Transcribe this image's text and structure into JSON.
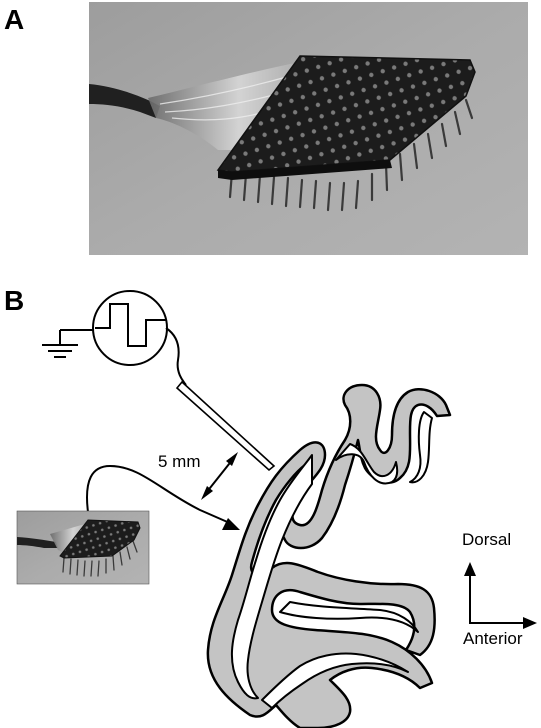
{
  "panels": {
    "a_label": "A",
    "b_label": "B"
  },
  "diagram": {
    "scale_bar_label": "5 mm",
    "axis_vertical_label": "Dorsal",
    "axis_horizontal_label": "Anterior"
  },
  "colors": {
    "photo_background": "#a7a7a7",
    "tissue_fill": "#c4c4c4",
    "array_dark": "#1b1b1b",
    "line": "#000000"
  }
}
